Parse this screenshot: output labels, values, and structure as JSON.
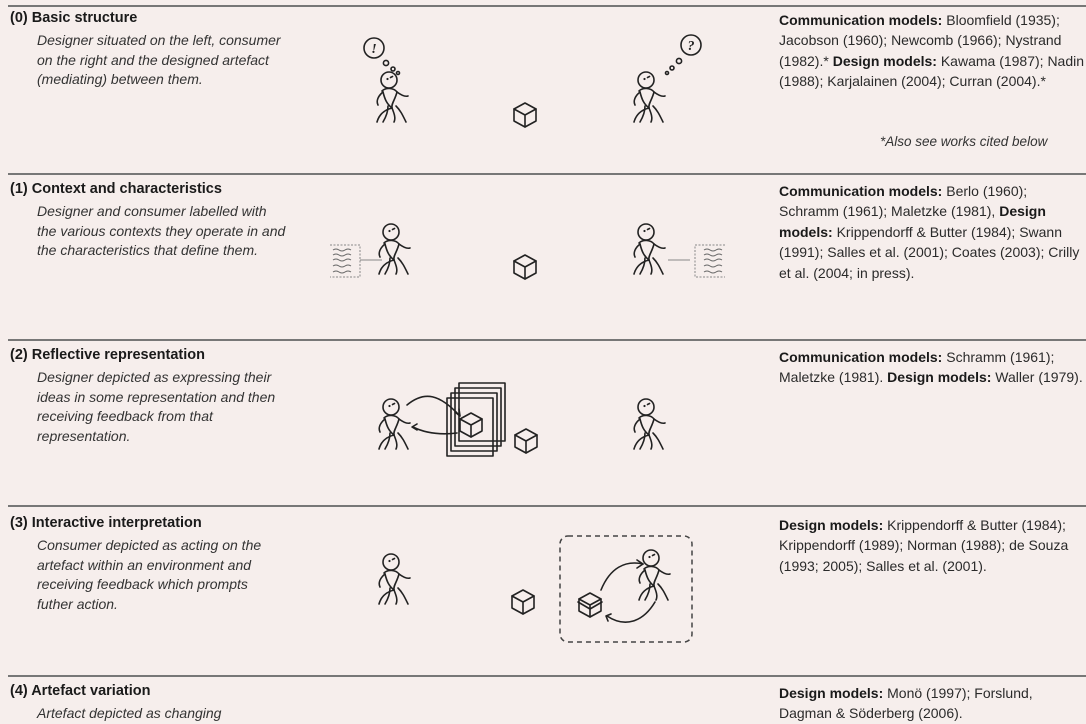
{
  "rows": [
    {
      "heading": "(0) Basic structure",
      "description": "Designer situated on the left, consumer on the right and the designed artefact (mediating) between them.",
      "refs": [
        {
          "label": "Communication models:",
          "text": " Bloomfield (1935); Jacobson (1960); Newcomb (1966); Nystrand (1982).* "
        },
        {
          "label": "Design models:",
          "text": " Kawama (1987); Nadin (1988); Karjalainen (2004); Curran (2004).*"
        }
      ],
      "note": "*Also see works cited below",
      "bubble_left": "!",
      "bubble_right": "?"
    },
    {
      "heading": "(1) Context and characteristics",
      "description": "Designer and consumer labelled with the various contexts they operate in and the characteristics that define them.",
      "refs": [
        {
          "label": "Communication models:",
          "text": " Berlo (1960); Schramm (1961); Maletzke (1981), "
        },
        {
          "label": "Design models:",
          "text": " Krippendorff & Butter (1984); Swann (1991); Salles et al. (2001); Coates (2003); Crilly et al. (2004; in press)."
        }
      ]
    },
    {
      "heading": "(2) Reflective representation",
      "description": "Designer depicted as expressing their ideas in some representation and then receiving feedback from that representation.",
      "refs": [
        {
          "label": "Communication models:",
          "text": " Schramm (1961); Maletzke (1981). "
        },
        {
          "label": "Design models:",
          "text": " Waller (1979)."
        }
      ]
    },
    {
      "heading": "(3) Interactive interpretation",
      "description": "Consumer depicted as acting on the artefact within an environment and receiving feedback which prompts futher action.",
      "refs": [
        {
          "label": "Design models:",
          "text": " Krippendorff & Butter (1984); Krippendorff (1989); Norman (1988); de Souza (1993; 2005); Salles et al. (2001)."
        }
      ]
    },
    {
      "heading": "(4) Artefact variation",
      "description": "Artefact depicted as changing",
      "refs": [
        {
          "label": "Design models:",
          "text": " Monö (1997); Forslund, Dagman & Söderberg (2006)."
        }
      ]
    }
  ]
}
